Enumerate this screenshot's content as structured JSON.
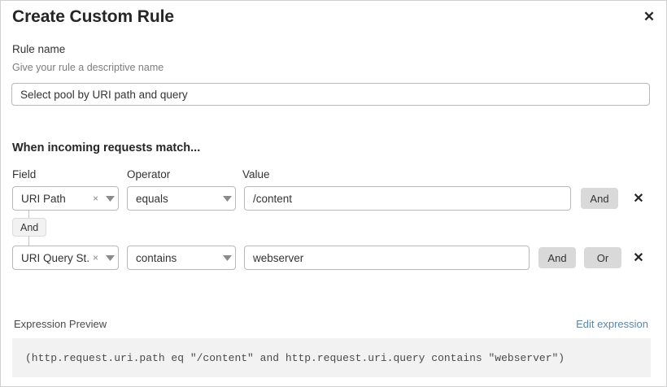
{
  "dialog": {
    "title": "Create Custom Rule",
    "close_label": "✕"
  },
  "rule_name": {
    "label": "Rule name",
    "help": "Give your rule a descriptive name",
    "value": "Select pool by URI path and query",
    "placeholder": "Rule name"
  },
  "match_section": {
    "heading": "When incoming requests match...",
    "columns": {
      "field": "Field",
      "operator": "Operator",
      "value": "Value"
    },
    "connector": {
      "label": "And"
    },
    "rows": [
      {
        "field": "URI Path",
        "operator": "equals",
        "value": "/content",
        "value_placeholder": "Value",
        "clear_label": "×",
        "logic_buttons": [
          "And"
        ],
        "remove_label": "✕"
      },
      {
        "field": "URI Query St...",
        "operator": "contains",
        "value": "webserver",
        "value_placeholder": "Value",
        "clear_label": "×",
        "logic_buttons": [
          "And",
          "Or"
        ],
        "remove_label": "✕"
      }
    ]
  },
  "expression": {
    "label": "Expression Preview",
    "edit_link": "Edit expression",
    "code": "(http.request.uri.path eq \"/content\" and http.request.uri.query contains \"webserver\")"
  },
  "colors": {
    "link": "#5a86a8",
    "button_bg": "#d9d9d9",
    "code_bg": "#f2f2f2",
    "border": "#b8b8b8"
  }
}
